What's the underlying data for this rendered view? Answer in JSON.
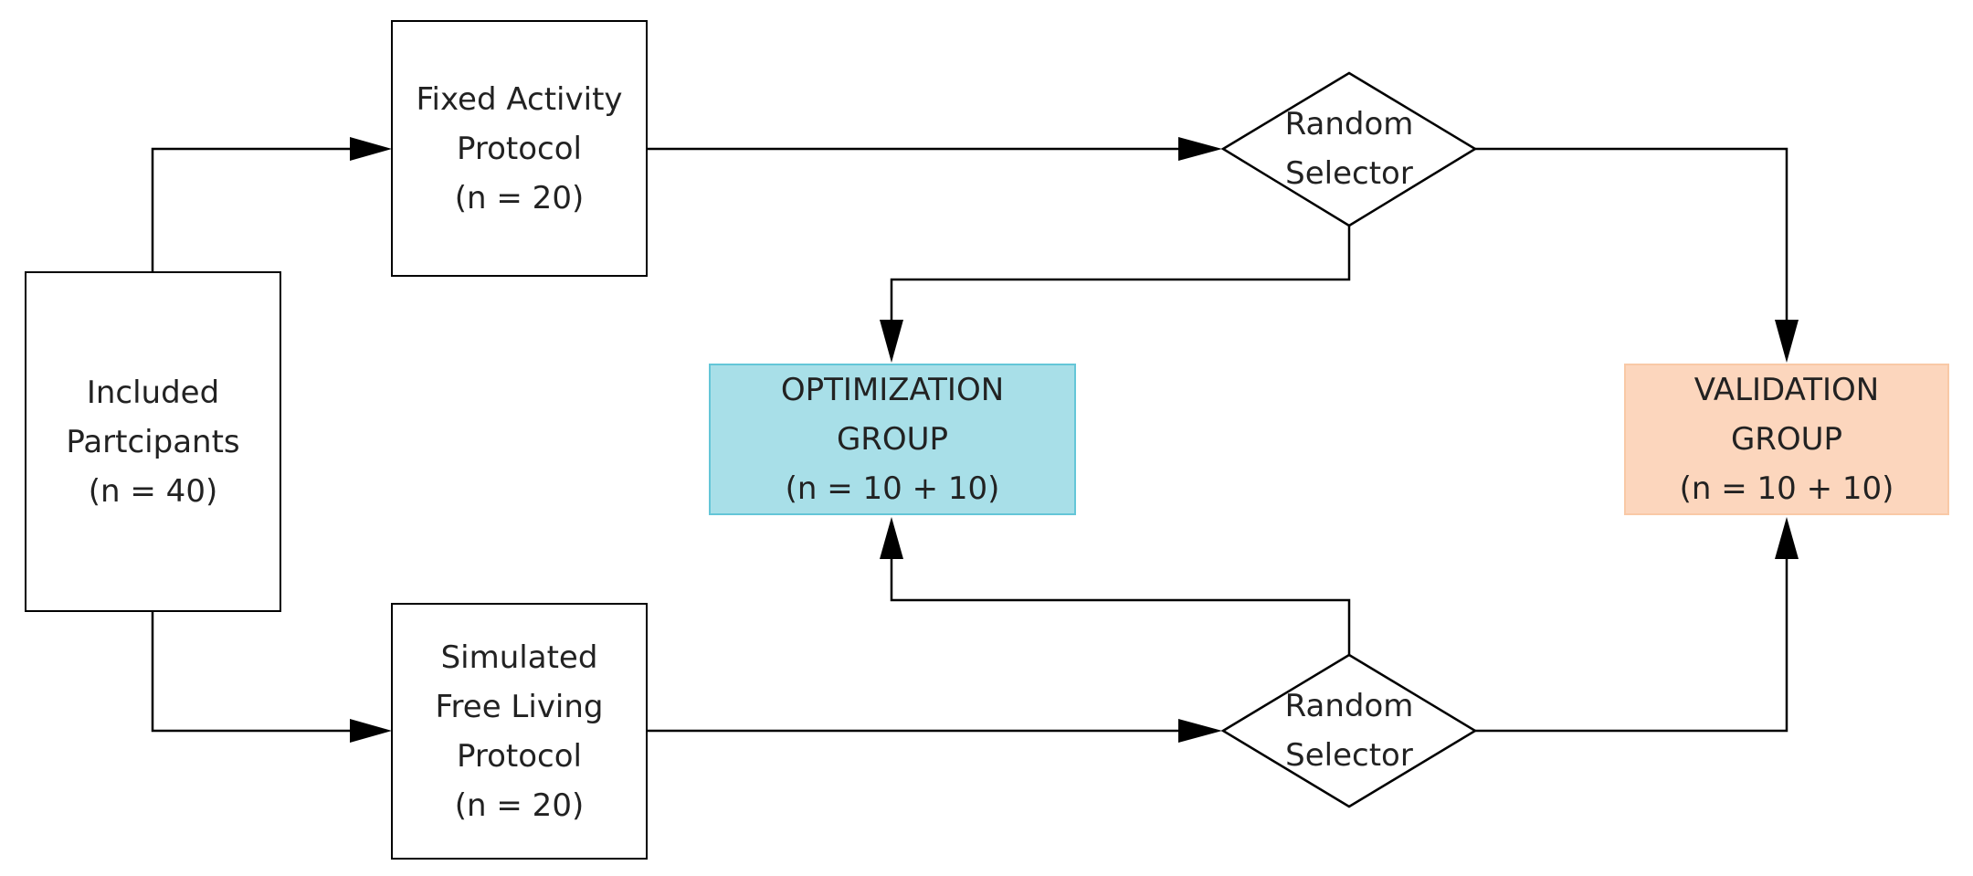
{
  "colors": {
    "optimization_fill": "#a8dfe8",
    "optimization_border": "#64c6d8",
    "validation_fill": "#fcd6bd",
    "validation_border": "#f9c9a6",
    "line": "#000000"
  },
  "nodes": {
    "included": {
      "lines": [
        "Included",
        "Partcipants",
        "(n = 40)"
      ]
    },
    "fixed": {
      "lines": [
        "Fixed Activity",
        "Protocol",
        "(n = 20)"
      ]
    },
    "simulated": {
      "lines": [
        "Simulated",
        "Free Living",
        "Protocol",
        "(n = 20)"
      ]
    },
    "selector_top": {
      "lines": [
        "Random",
        "Selector"
      ]
    },
    "selector_bottom": {
      "lines": [
        "Random",
        "Selector"
      ]
    },
    "optimization": {
      "lines": [
        "OPTIMIZATION",
        "GROUP",
        "(n = 10 + 10)"
      ]
    },
    "validation": {
      "lines": [
        "VALIDATION",
        "GROUP",
        "(n = 10 + 10)"
      ]
    }
  }
}
